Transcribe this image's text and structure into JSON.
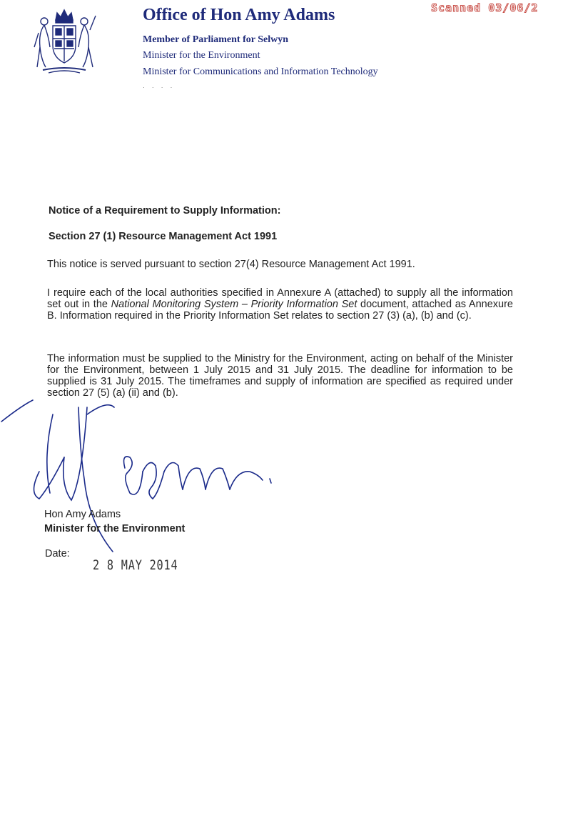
{
  "stamp": "Scanned 03/06/2",
  "header": {
    "office_title": "Office of Hon Amy Adams",
    "line1": "Member of Parliament for Selwyn",
    "line2": "Minister for the Environment",
    "line3": "Minister for Communications and Information Technology"
  },
  "notice": {
    "heading1": "Notice of a Requirement to Supply Information:",
    "heading2": "Section 27 (1) Resource Management Act 1991",
    "intro": "This notice is served pursuant to section 27(4) Resource Management Act 1991.",
    "p2_before": "I require each of the local authorities specified in Annexure A (attached) to supply all the information set out in the ",
    "p2_italic": "National Monitoring System – Priority Information Set",
    "p2_after": " document, attached as Annexure B. Information required in the Priority Information Set relates to section 27 (3) (a), (b) and (c).",
    "p3": "The information must be supplied to the Ministry for the Environment, acting on behalf of the Minister for the Environment, between 1 July 2015 and 31 July 2015. The deadline for information to be supplied is 31 July 2015. The timeframes and supply of information are specified as required under section 27 (5) (a) (ii) and (b)."
  },
  "signoff": {
    "name": "Hon Amy Adams",
    "role": "Minister for the Environment",
    "date_label": "Date:",
    "date_value": "2 8 MAY 2014"
  },
  "colors": {
    "header_blue": "#1f2b7a",
    "stamp_red": "#c0332b",
    "signature_ink": "#1a2a8a"
  },
  "icons": {
    "crest": "nz-coat-of-arms-icon"
  }
}
